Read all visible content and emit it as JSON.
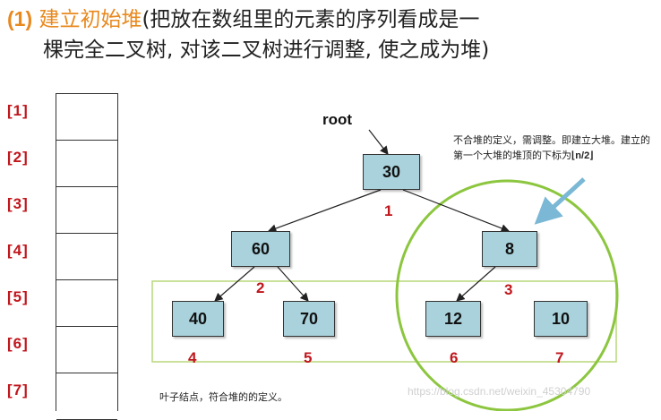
{
  "title": {
    "number": "(1)",
    "heading": "建立初始堆",
    "line1_rest": "(把放在数组里的元素的序列看成是一",
    "line2": "棵完全二叉树, 对该二叉树进行调整, 使之成为堆)"
  },
  "array_indices": [
    "[1]",
    "[2]",
    "[3]",
    "[4]",
    "[5]",
    "[6]",
    "[7]"
  ],
  "root_label": "root",
  "nodes": [
    {
      "value": "30",
      "index": "1"
    },
    {
      "value": "60",
      "index": "2"
    },
    {
      "value": "8",
      "index": "3"
    },
    {
      "value": "40",
      "index": "4"
    },
    {
      "value": "70",
      "index": "5"
    },
    {
      "value": "12",
      "index": "6"
    },
    {
      "value": "10",
      "index": "7"
    }
  ],
  "note": {
    "text": "不合堆的定义，需调整。即建立大堆。建立的第一个大堆的堆顶的下标为",
    "formula": "⌊n/2⌋"
  },
  "leaf_note": "叶子结点，符合堆的的定义。",
  "watermark": "https://blog.csdn.net/weixin_45304790",
  "colors": {
    "heading": "#e8891e",
    "index_red": "#c0161c",
    "node_fill": "#a9d2dc",
    "circle": "#8cc63f",
    "leaf_box": "#b9d77a",
    "pointer_arrow": "#7ab8d6"
  }
}
